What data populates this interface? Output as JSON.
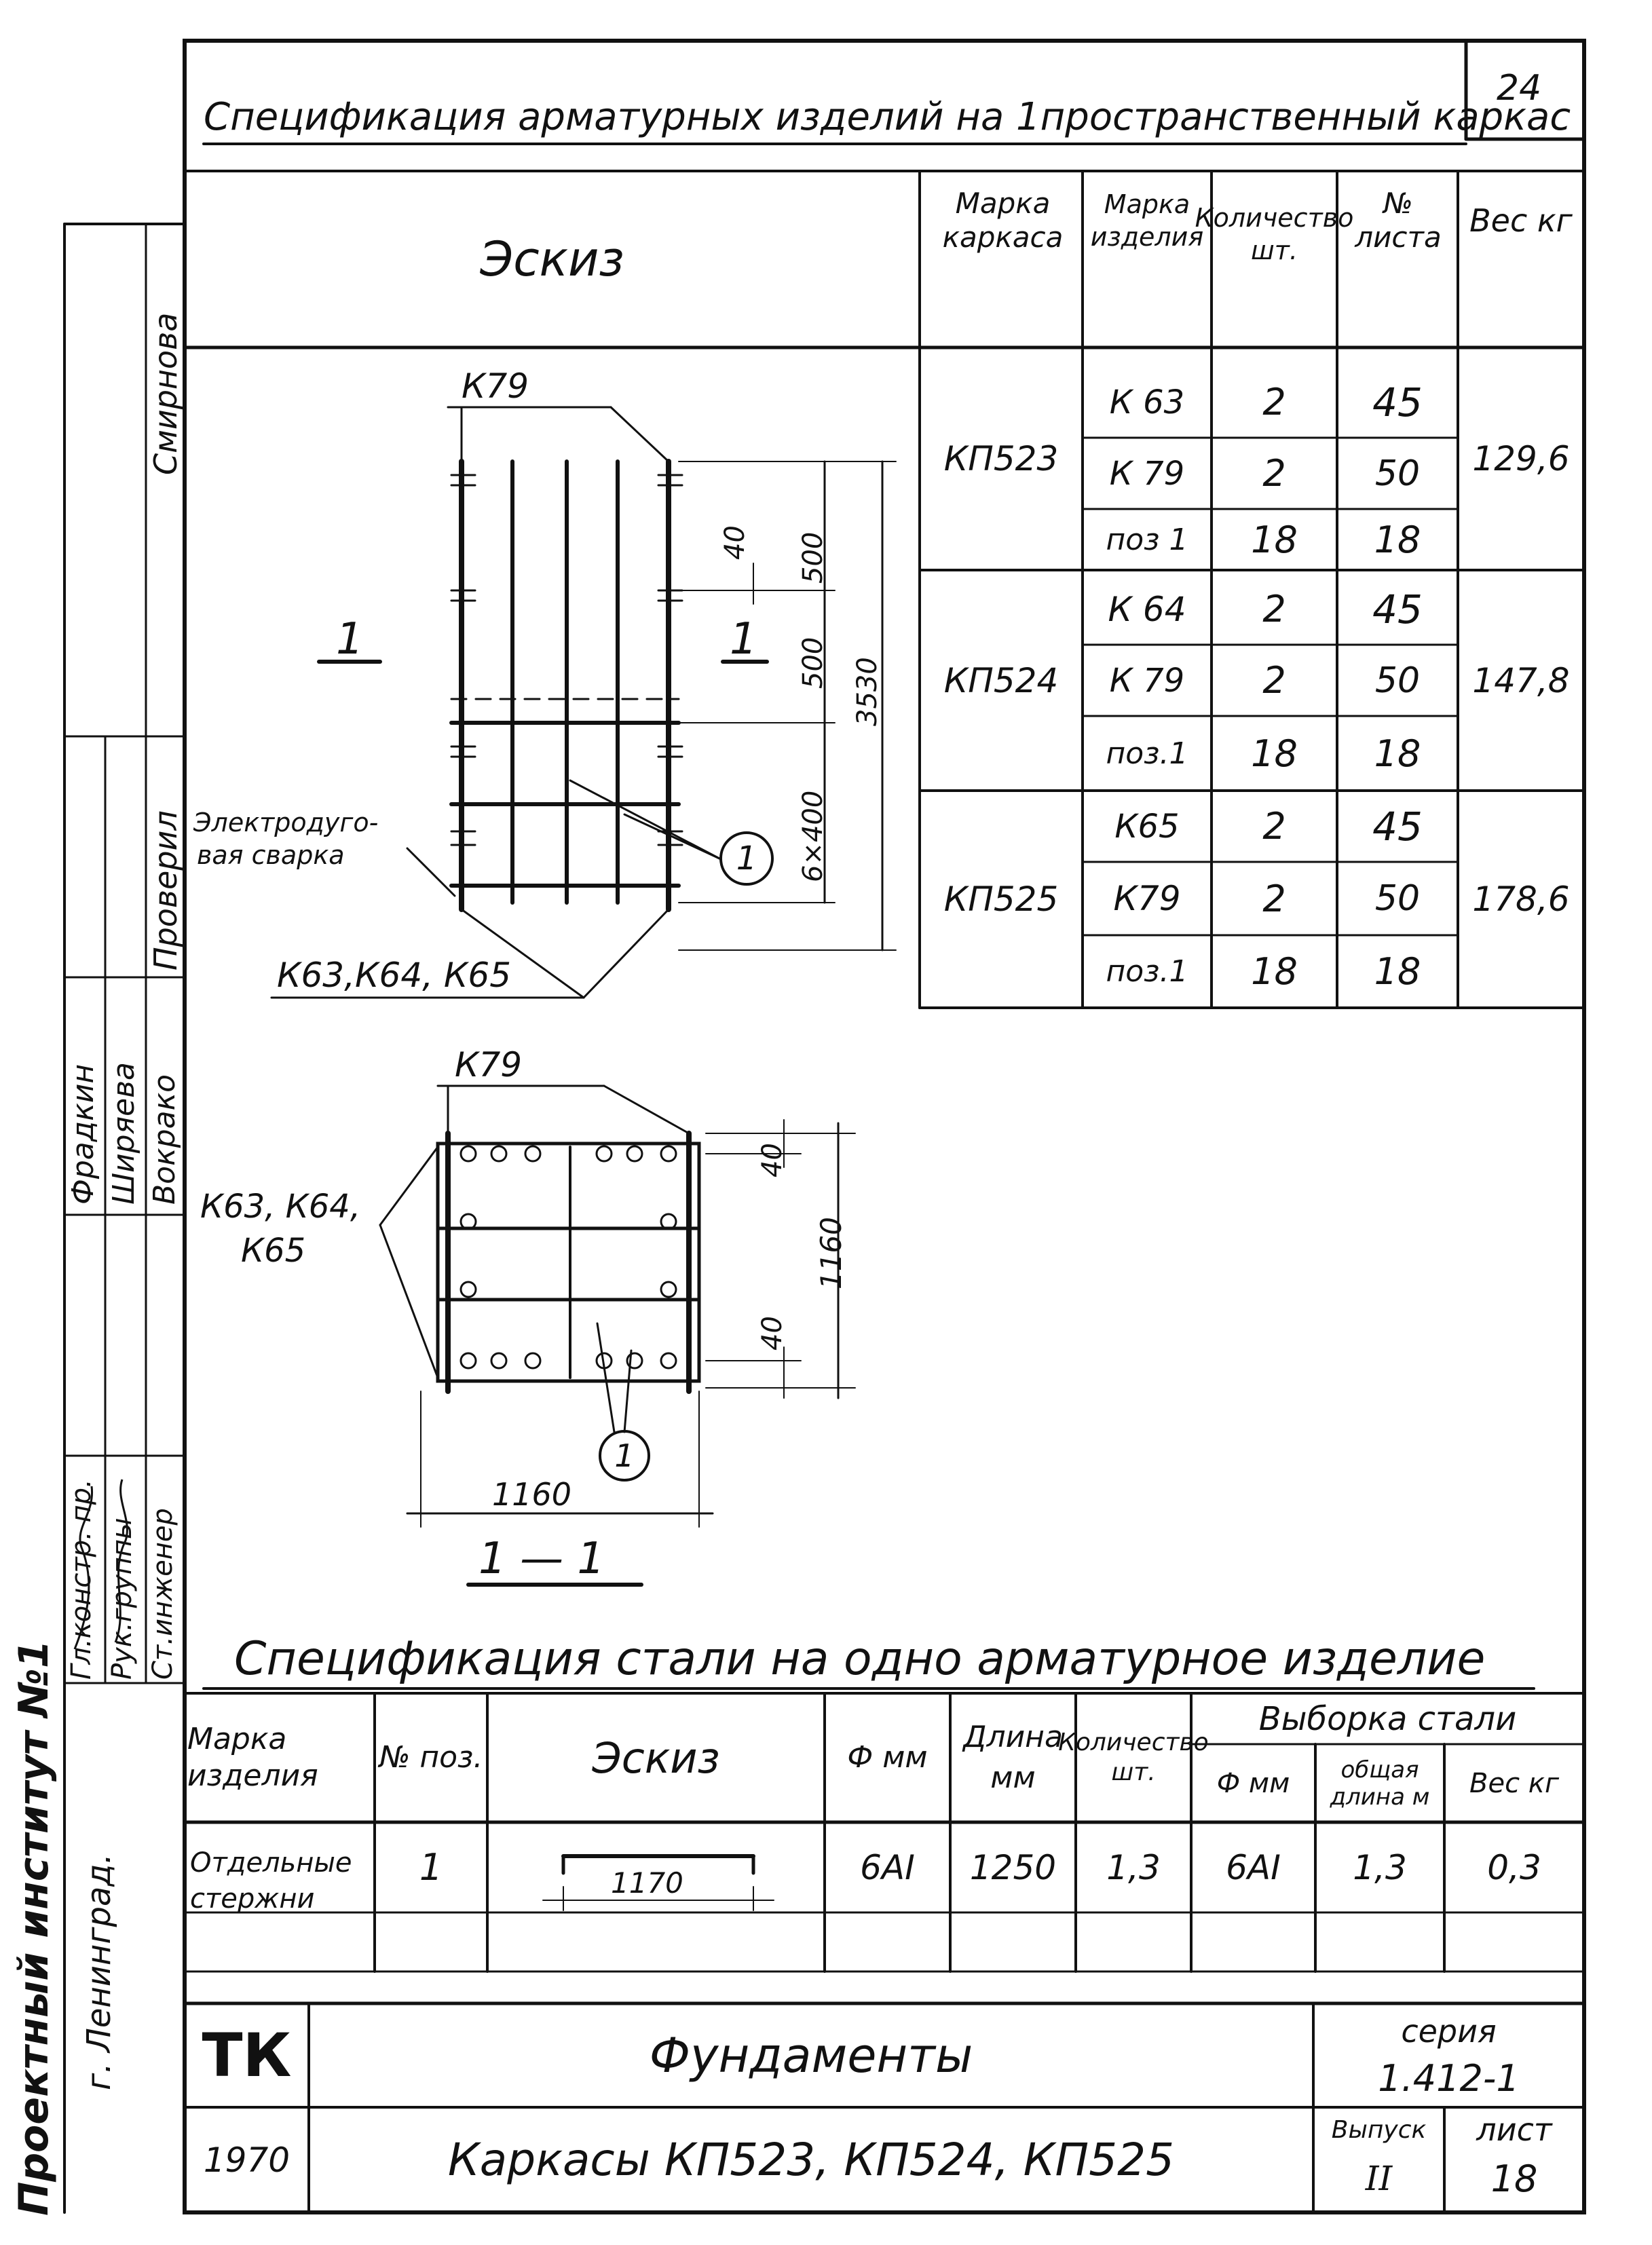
{
  "sheet": {
    "page_number": "24",
    "title": "Спецификация арматурных изделий на 1пространственный каркас",
    "steel_title": "Спецификация стали на одно арматурное изделие"
  },
  "spec_table": {
    "headers": {
      "sketch": "Эскиз",
      "frame_mark": "Марка каркаса",
      "item_mark": "Марка изделия",
      "quantity": "Количество шт.",
      "sheet_no": "№ листа",
      "weight": "Вес кг"
    },
    "groups": [
      {
        "frame": "КП523",
        "weight": "129,6",
        "rows": [
          {
            "item": "К 63",
            "qty": "2",
            "sheet": "45"
          },
          {
            "item": "К 79",
            "qty": "2",
            "sheet": "50"
          },
          {
            "item": "поз 1",
            "qty": "18",
            "sheet": "18"
          }
        ]
      },
      {
        "frame": "КП524",
        "weight": "147,8",
        "rows": [
          {
            "item": "К 64",
            "qty": "2",
            "sheet": "45"
          },
          {
            "item": "К 79",
            "qty": "2",
            "sheet": "50"
          },
          {
            "item": "поз.1",
            "qty": "18",
            "sheet": "18"
          }
        ]
      },
      {
        "frame": "КП525",
        "weight": "178,6",
        "rows": [
          {
            "item": "К65",
            "qty": "2",
            "sheet": "45"
          },
          {
            "item": "К79",
            "qty": "2",
            "sheet": "50"
          },
          {
            "item": "поз.1",
            "qty": "18",
            "sheet": "18"
          }
        ]
      }
    ]
  },
  "elevation": {
    "top_label": "К79",
    "section_mark_left": "1",
    "section_mark_right": "1",
    "weld_label_1": "Электродуго-",
    "weld_label_2": "вая сварка",
    "bottom_label": "К63,К64, К65",
    "dim_500_top": "500",
    "dim_40": "40",
    "dim_500_mid": "500",
    "dim_6x400": "6×400",
    "dim_3530": "3530",
    "pos_callout": "1"
  },
  "section": {
    "top_label": "К79",
    "side_label_1": "К63, К64,",
    "side_label_2": "К65",
    "dim_40_top": "40",
    "dim_1160_right": "1160",
    "dim_40_bottom": "40",
    "dim_1160_bottom": "1160",
    "pos_callout": "1",
    "section_title": "1 — 1"
  },
  "steel_table": {
    "headers": {
      "item_mark": "Марка изделия",
      "pos": "№ поз.",
      "sketch": "Эскиз",
      "diameter": "Ф мм",
      "length": "Длина мм",
      "quantity": "Количество шт.",
      "selection": "Выборка стали",
      "sel_diameter": "Ф мм",
      "sel_total_length": "общая длина м",
      "sel_weight": "Вес кг"
    },
    "row": {
      "item_1": "Отдельные",
      "item_2": "стержни",
      "pos": "1",
      "sketch_dim": "1170",
      "diameter": "6АI",
      "length": "1250",
      "quantity": "1,3",
      "sel_diameter": "6АI",
      "sel_total_length": "1,3",
      "sel_weight": "0,3"
    }
  },
  "title_block": {
    "code": "ТК",
    "year": "1970",
    "subject": "Фундаменты",
    "description": "Каркасы КП523, КП524, КП525",
    "series_label": "серия",
    "series_value": "1.412-1",
    "issue_label": "Выпуск",
    "issue_value": "II",
    "sheet_label": "лист",
    "sheet_value": "18"
  },
  "side_stamp": {
    "institute": "Проектный институт №1",
    "city": "г. Ленинград.",
    "role_1": "Гл.констр. пр.",
    "role_2": "Рук.группы",
    "role_3": "Ст.инженер",
    "name_1": "Фрадкин",
    "name_2": "Ширяева",
    "name_3": "Вокрако",
    "check_label": "Проверил",
    "check_name": "Смирнова"
  }
}
